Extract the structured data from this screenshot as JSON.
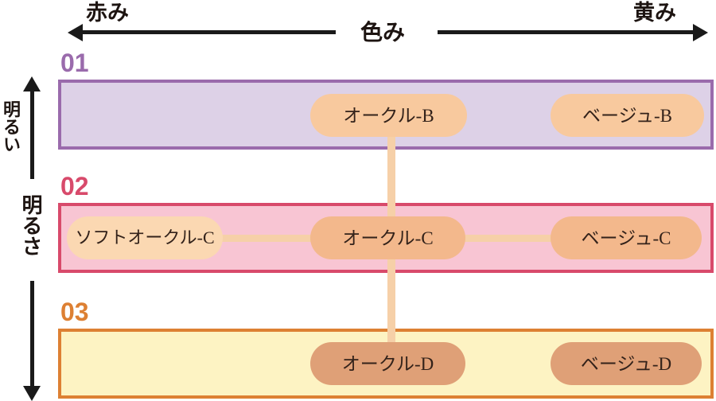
{
  "axis_horizontal": {
    "title": "色み",
    "left_label": "赤み",
    "right_label": "黄み"
  },
  "axis_vertical": {
    "title": "明るさ",
    "top_label": "明るい"
  },
  "bands": [
    {
      "number": "01",
      "fill": "#ddd1e7",
      "border": "#9a6bac",
      "pills": [
        {
          "label": "オークル-B",
          "fill": "#f8c99e"
        },
        {
          "label": "ベージュ-B",
          "fill": "#f8c99e"
        }
      ]
    },
    {
      "number": "02",
      "fill": "#f8c5d3",
      "border": "#d84a6b",
      "pills": [
        {
          "label": "ソフトオークル-C",
          "fill": "#fbd8b2"
        },
        {
          "label": "オークル-C",
          "fill": "#f3b88c"
        },
        {
          "label": "ベージュ-C",
          "fill": "#f3b88c"
        }
      ]
    },
    {
      "number": "03",
      "fill": "#fdf3c3",
      "border": "#dd8033",
      "pills": [
        {
          "label": "オークル-D",
          "fill": "#dfa077"
        },
        {
          "label": "ベージュ-D",
          "fill": "#dfa077"
        }
      ]
    }
  ],
  "connectors": {
    "color": "#f6d0a8",
    "links": [
      "オークル-B ~ オークル-C ~ オークル-D",
      "ソフトオークル-C ~ オークル-C",
      "オークル-C ~ ベージュ-C"
    ]
  }
}
